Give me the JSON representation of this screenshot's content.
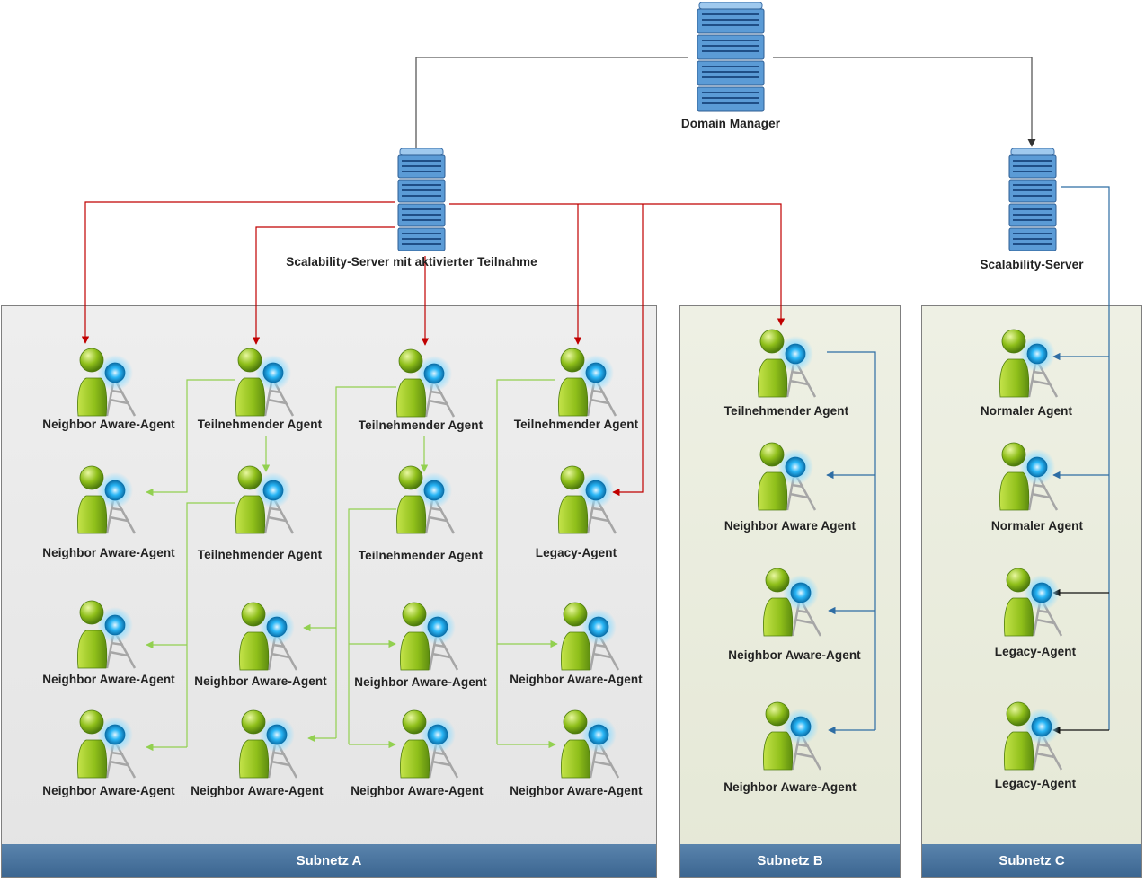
{
  "servers": {
    "domain_manager": "Domain Manager",
    "scalability_participating": "Scalability-Server mit aktivierter Teilnahme",
    "scalability": "Scalability-Server"
  },
  "subnets": {
    "a": "Subnetz A",
    "b": "Subnetz B",
    "c": "Subnetz C"
  },
  "agents": {
    "a_r1c1": "Neighbor Aware-Agent",
    "a_r1c2": "Teilnehmender Agent",
    "a_r1c3": "Teilnehmender Agent",
    "a_r1c4": "Teilnehmender Agent",
    "a_r2c1": "Neighbor Aware-Agent",
    "a_r2c2": "Teilnehmender Agent",
    "a_r2c3": "Teilnehmender Agent",
    "a_r2c4": "Legacy-Agent",
    "a_r3c1": "Neighbor Aware-Agent",
    "a_r3c2": "Neighbor Aware-Agent",
    "a_r3c3": "Neighbor Aware-Agent",
    "a_r3c4": "Neighbor Aware-Agent",
    "a_r4c1": "Neighbor Aware-Agent",
    "a_r4c2": "Neighbor Aware-Agent",
    "a_r4c3": "Neighbor Aware-Agent",
    "a_r4c4": "Neighbor Aware-Agent",
    "b_1": "Teilnehmender Agent",
    "b_2": "Neighbor Aware Agent",
    "b_3": "Neighbor Aware-Agent",
    "b_4": "Neighbor Aware-Agent",
    "c_1": "Normaler Agent",
    "c_2": "Normaler Agent",
    "c_3": "Legacy-Agent",
    "c_4": "Legacy-Agent"
  },
  "colors": {
    "server_management_link": "#595959",
    "participation_link": "#c00000",
    "neighbor_link": "#92d050",
    "subnet_b_link": "#2e6da4",
    "subnet_c_link": "#2e6da4",
    "subnet_header": "#4a76a0",
    "agent_body": "#8fbf1a",
    "agent_antenna": "#29b6f6"
  },
  "icons": {
    "server": "rack-server-icon",
    "agent": "agent-user-with-antenna-icon"
  }
}
